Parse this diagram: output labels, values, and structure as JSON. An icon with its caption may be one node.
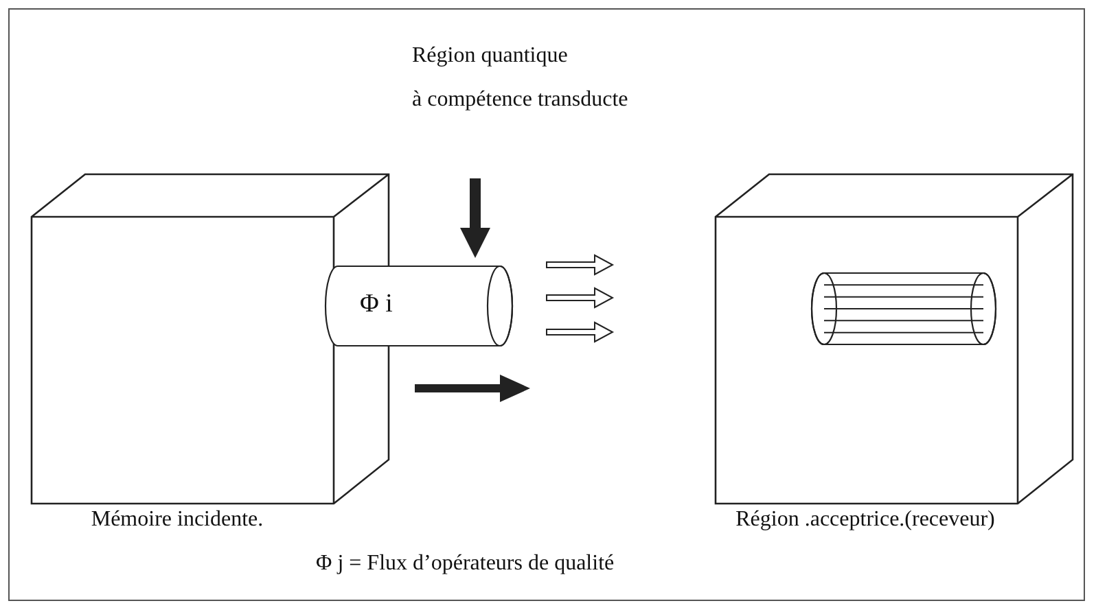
{
  "diagram": {
    "nodes": [
      {
        "text": [],
        "shape": "box",
        "beside": [
          "Mémoire incidente."
        ]
      },
      {
        "text": [
          "Φ i"
        ]
      },
      {
        "text": [],
        "shape": "box",
        "beside": [
          "Région .acceptrice.(receveur)"
        ]
      },
      {
        "text": [],
        "shape": "cylinder",
        "in": 2
      }
    ],
    "labels": [
      "Région quantique",
      "à compétence transducte",
      "Φ j = Flux d’opérateurs de qualité"
    ]
  }
}
